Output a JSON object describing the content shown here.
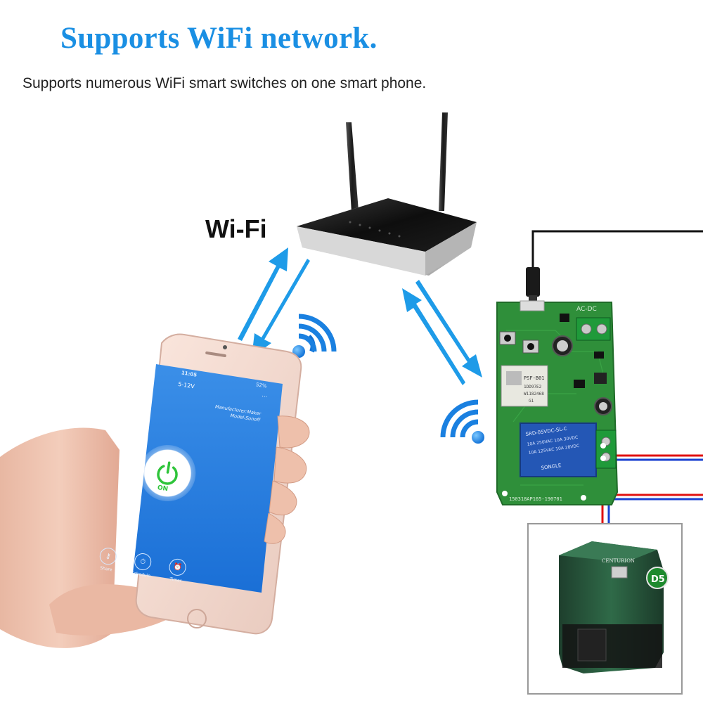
{
  "header": {
    "title": "Supports WiFi network.",
    "subtitle": "Supports numerous WiFi smart switches on one smart phone."
  },
  "router": {
    "label": "Wi-Fi"
  },
  "phone_app": {
    "status_time": "11:05",
    "status_battery": "52%",
    "device_title": "5-12V",
    "manufacturer": "Manufacturer:Maker",
    "model": "Model:Sonoff",
    "power_state": "ON",
    "bottom_buttons": [
      {
        "label": "Share",
        "icon": "share-icon"
      },
      {
        "label": "Schedule",
        "icon": "stopwatch-icon"
      },
      {
        "label": "Timer",
        "icon": "alarm-clock-icon"
      }
    ]
  },
  "relay_board": {
    "top_label": "AC-DC",
    "module_label": "PSF-B01",
    "relay_label": "SRD-05VDC-SL-C",
    "relay_brand": "SONGLE",
    "pcb_code": "150318AP165-190701"
  },
  "motor": {
    "brand": "CENTURION",
    "badge": "D5"
  },
  "colors": {
    "headline_blue": "#1a8fe3",
    "arrow_blue": "#1e9be8",
    "screen_blue": "#1f7fe0",
    "pcb_green": "#2f8f3a",
    "relay_blue": "#2457b5",
    "wire_red": "#e01010",
    "wire_blue": "#1a40d0",
    "motor_green": "#2a5c3f",
    "power_green": "#2ec43a"
  }
}
